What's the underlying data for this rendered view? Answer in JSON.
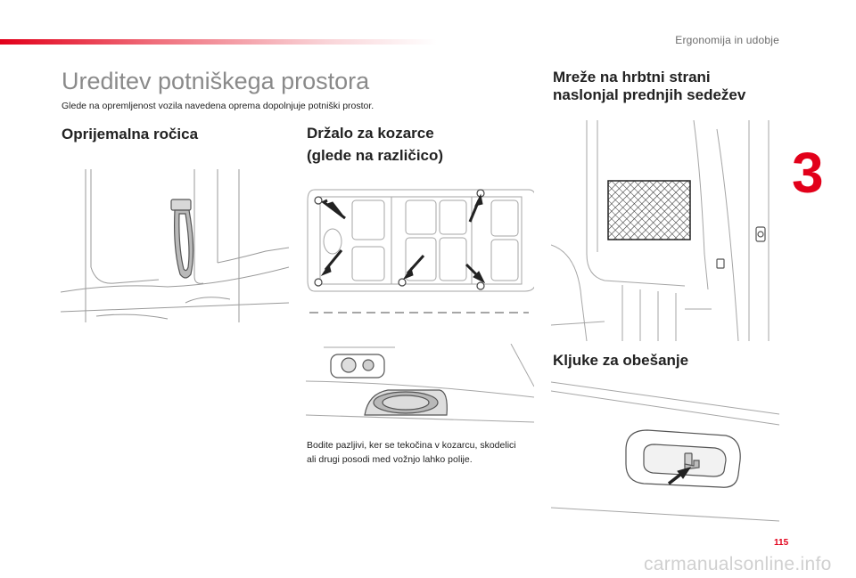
{
  "header": {
    "section": "Ergonomija in udobje",
    "chapter": "3"
  },
  "page": {
    "title": "Ureditev potniškega prostora",
    "intro": "Glede na opremljenost vozila navedena oprema dopolnjuje potniški prostor.",
    "number": "115"
  },
  "sections": {
    "grab_handles": {
      "heading": "Oprijemalna ročica"
    },
    "cup_holder": {
      "heading_line1": "Držalo za kozarce",
      "heading_line2": "(glede na različico)",
      "warning": "Bodite pazljivi, ker se tekočina v kozarcu, skodelici ali drugi posodi med vožnjo lahko polije."
    },
    "seat_nets": {
      "heading_line1": "Mreže na hrbtni strani",
      "heading_line2": "naslonjal prednjih sedežev"
    },
    "hooks": {
      "heading": "Kljuke za obešanje"
    }
  },
  "watermark": "carmanualsonline.info",
  "colors": {
    "accent": "#e2001a",
    "title_gray": "#8a8a8a",
    "line_art": "#9a9a9a"
  }
}
